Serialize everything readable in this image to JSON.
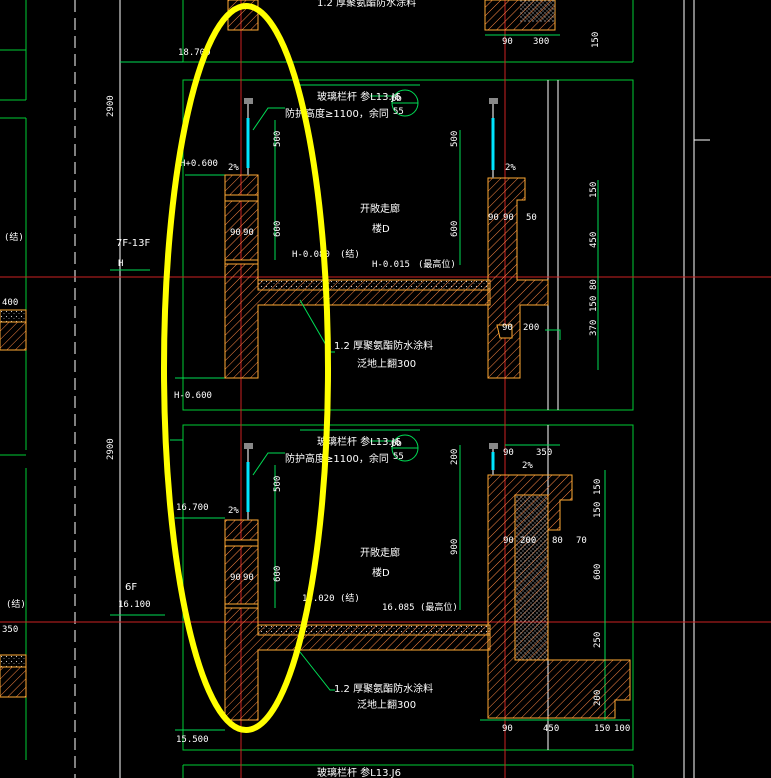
{
  "colors": {
    "background": "#000000",
    "frame": "#00cc33",
    "section": "#ffaa33",
    "hatch": "#ff8844",
    "dimension": "#00dd55",
    "gridline": "#cc2222",
    "glass": "#00e5ff",
    "highlight": "#ffff00",
    "text": "#ffffff"
  },
  "floor_labels": {
    "upper": "7F-13F",
    "lower": "6F",
    "upper_h": "H",
    "lower_h": "16.100"
  },
  "dims_left": {
    "upper_height": "2900",
    "lower_height": "2900"
  },
  "top_partial": {
    "elev": "18.700",
    "note": "1.2 厚聚氨酯防水涂料",
    "d90": "90",
    "d300": "300",
    "d150": "150"
  },
  "upper": {
    "railing_note": "玻璃栏杆 参L13.J6",
    "railing_note2": "防护高度≥1100，余同",
    "callout_top": "6b",
    "callout_bottom": "55",
    "elev_top": "H+0.600",
    "slope_left": "2%",
    "slope_right": "2%",
    "d500_l": "500",
    "d600_l": "600",
    "d500_r": "500",
    "d600_r": "600",
    "d90a": "90",
    "d90b": "90",
    "d90c": "90",
    "d90d": "90",
    "d50": "50",
    "room": "开敞走廊",
    "room_floor": "楼D",
    "elev_struct": "H-0.080",
    "struct_tag": "(结)",
    "elev_finish": "H-0.015",
    "finish_tag": "(最高位)",
    "wp_note": "1.2 厚聚氨酯防水涂料",
    "wp_note2": "泛地上翻300",
    "elev_bottom": "H-0.600",
    "r150": "150",
    "r450": "450",
    "r80": "80",
    "r150b": "150",
    "r370": "370",
    "d90e": "90",
    "d200": "200"
  },
  "lower": {
    "railing_note": "玻璃栏杆 参L13.J6",
    "railing_note2": "防护高度≥1100，余同",
    "callout_top": "6b",
    "callout_bottom": "55",
    "elev_top": "16.700",
    "slope_left": "2%",
    "slope_right": "2%",
    "d500_l": "500",
    "d600_l": "600",
    "d200_r": "200",
    "d900_r": "900",
    "d90a": "90",
    "d90b": "90",
    "d90c": "90",
    "d350": "350",
    "d90d": "90",
    "d200a": "200",
    "d80": "80",
    "d70": "70",
    "room": "开敞走廊",
    "room_floor": "楼D",
    "elev_struct": "16.020",
    "struct_tag": "(结)",
    "elev_finish": "16.085",
    "finish_tag": "(最高位)",
    "wp_note": "1.2 厚聚氨酯防水涂料",
    "wp_note2": "泛地上翻300",
    "elev_bottom": "15.500",
    "r150": "150",
    "r150b": "150",
    "r600": "600",
    "r250": "250",
    "r200": "200",
    "d90e": "90",
    "d450": "450",
    "d150c": "150",
    "d100": "100"
  },
  "left_edge": {
    "tag_a": "(结)",
    "tag_b": "(结)",
    "tag_c": "400",
    "tag_d": "350"
  },
  "bottom_partial": {
    "note": "玻璃栏杆 参L13.J6"
  }
}
